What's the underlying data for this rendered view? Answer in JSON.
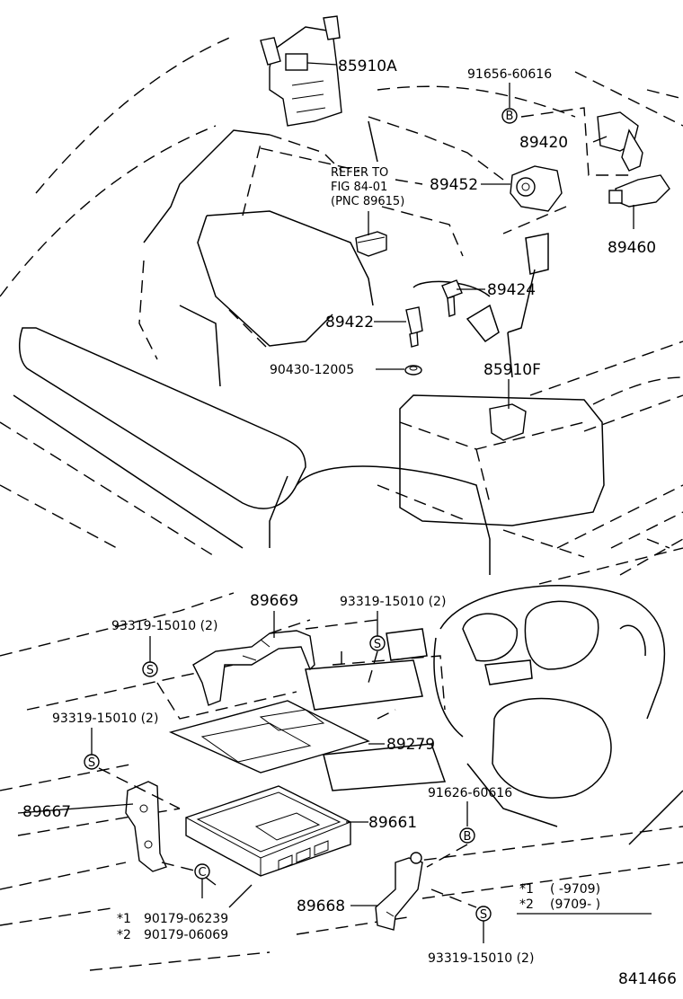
{
  "callouts": {
    "p85910A": "85910A",
    "p91656": "91656-60616",
    "p89420": "89420",
    "p89452": "89452",
    "p89460": "89460",
    "p89424": "89424",
    "p89422": "89422",
    "p90430": "90430-12005",
    "p85910F": "85910F",
    "p89669": "89669",
    "p93319_a": "93319-15010 (2)",
    "p93319_b": "93319-15010 (2)",
    "p93319_c": "93319-15010 (2)",
    "p93319_d": "93319-15010 (2)",
    "p89279": "89279",
    "p89667": "89667",
    "p91626": "91626-60616",
    "p89661": "89661",
    "p89668": "89668",
    "p90179a": "90179-06239",
    "p90179b": "90179-06069"
  },
  "refer": {
    "line1": "REFER TO",
    "line2": "FIG 84-01",
    "line3": "(PNC 89615)"
  },
  "marks": {
    "star1": "*1",
    "star2": "*2",
    "b": "B",
    "s": "S",
    "c": "C"
  },
  "legend": {
    "row1_mark": "*1",
    "row1_range": "(        -9709)",
    "row2_mark": "*2",
    "row2_range": "(9709-        )"
  },
  "figure_id": "841466"
}
